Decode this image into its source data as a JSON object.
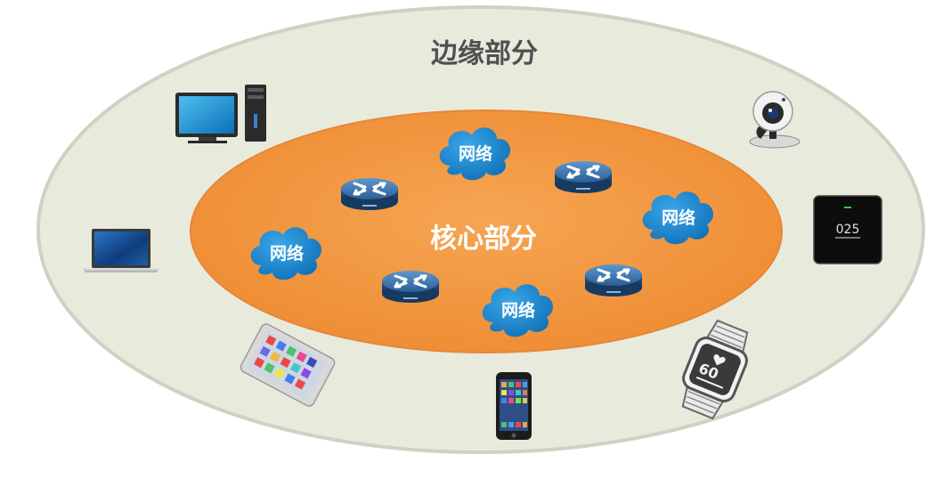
{
  "diagram": {
    "outer_label": "边缘部分",
    "core_label": "核心部分",
    "clouds": [
      {
        "label": "网络"
      },
      {
        "label": "网络"
      },
      {
        "label": "网络"
      },
      {
        "label": "网络"
      }
    ],
    "routers": [
      {
        "icon": "router-icon"
      },
      {
        "icon": "router-icon"
      },
      {
        "icon": "router-icon"
      },
      {
        "icon": "router-icon"
      }
    ],
    "devices": [
      {
        "icon": "desktop-computer-icon"
      },
      {
        "icon": "laptop-icon"
      },
      {
        "icon": "tablet-icon"
      },
      {
        "icon": "smartphone-icon"
      },
      {
        "icon": "smartwatch-icon"
      },
      {
        "icon": "air-monitor-icon"
      },
      {
        "icon": "webcam-icon"
      }
    ],
    "watch_display": "60",
    "monitor_display": "025"
  },
  "colors": {
    "outer_fill": "#e9ecdc",
    "outer_stroke": "#c6cab8",
    "core_fill": "#f39a45",
    "core_stroke": "#d47a27",
    "cloud_fill": "#1e8fd6",
    "cloud_text": "#ffffff",
    "router_fill": "#2f6da9",
    "label_dark": "#4a4a4a",
    "label_light": "#ffffff"
  }
}
